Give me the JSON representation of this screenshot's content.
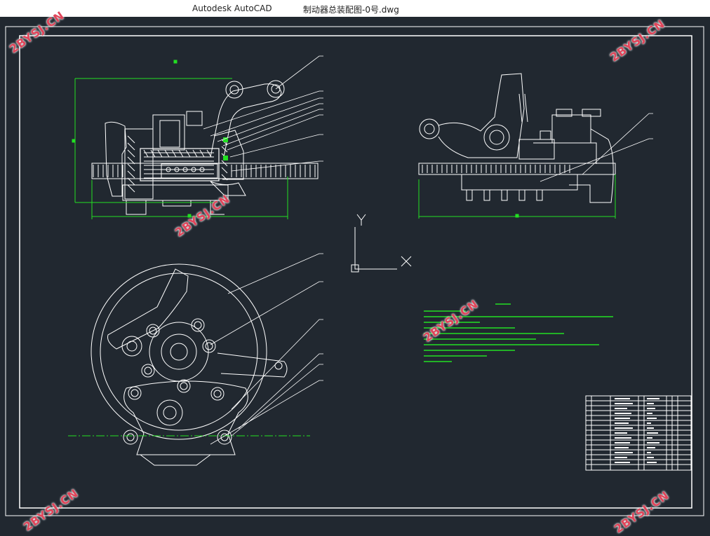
{
  "titlebar": {
    "app_name": "Autodesk AutoCAD",
    "document_name": "制动器总装配图-0号.dwg"
  },
  "ucs": {
    "y_label": "Y",
    "x_label": "X"
  },
  "watermark": {
    "text": "2BYSJ.CN"
  },
  "colors": {
    "background": "#212830",
    "linework": "#ffffff",
    "dimension": "#22e022",
    "watermark": "#e0455a"
  }
}
